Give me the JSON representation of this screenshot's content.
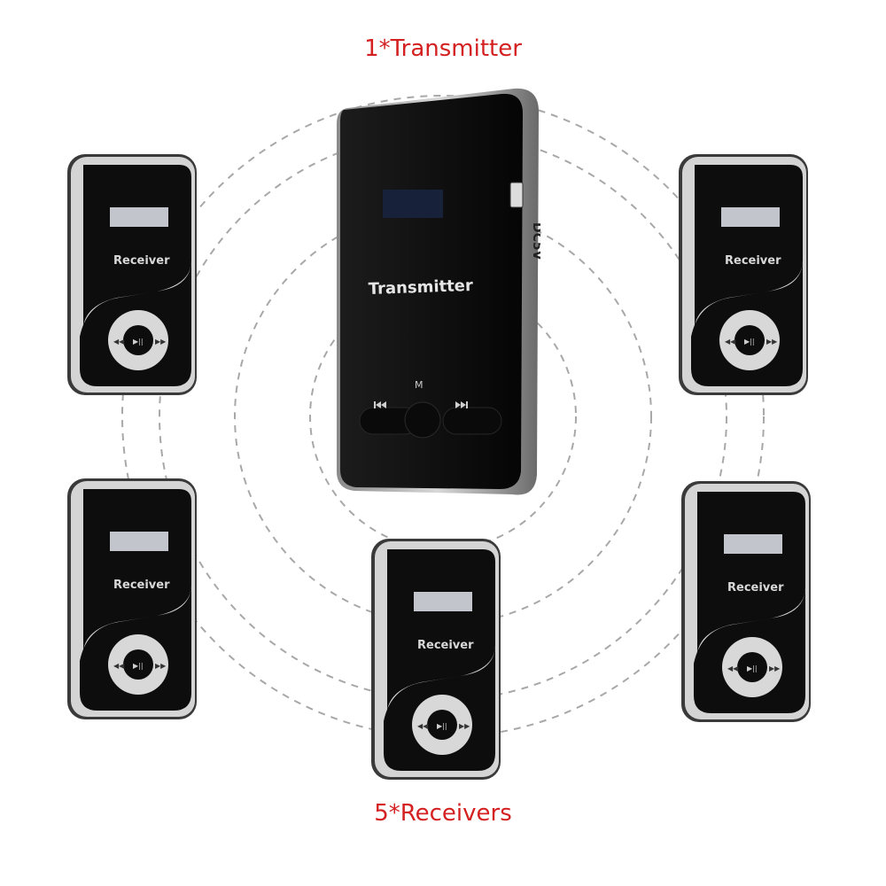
{
  "captions": {
    "top": "1*Transmitter",
    "bottom": "5*Receivers",
    "color": "#d42020"
  },
  "transmitter": {
    "label": "Transmitter",
    "port_label": "DC5V",
    "mode_label": "M",
    "prev_icon": "skip-back-icon",
    "next_icon": "skip-forward-icon"
  },
  "receivers": [
    {
      "label": "Receiver",
      "position": "top-left"
    },
    {
      "label": "Receiver",
      "position": "top-right"
    },
    {
      "label": "Receiver",
      "position": "bottom-left"
    },
    {
      "label": "Receiver",
      "position": "bottom-center"
    },
    {
      "label": "Receiver",
      "position": "bottom-right"
    }
  ],
  "colors": {
    "device_body": "#111111",
    "bezel": "#c8c8c8",
    "lcd": "#c2c6cc",
    "ring": "#9a9a9a"
  }
}
